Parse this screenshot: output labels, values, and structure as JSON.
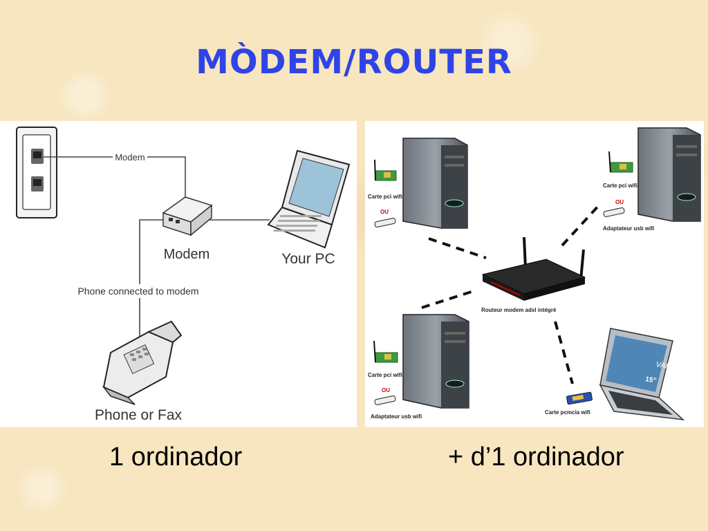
{
  "title": "MÒDEM/ROUTER",
  "left_diagram": {
    "line_label": "Modem",
    "modem_label": "Modem",
    "pc_label": "Your PC",
    "phone_line_label": "Phone connected to modem",
    "fax_label": "Phone or Fax"
  },
  "right_diagram": {
    "pc1_card": "Carte pci wifi",
    "pc1_or": "OU",
    "pc2_card": "Carte pci wifi",
    "pc2_or": "OU",
    "pc2_adapter": "Adaptateur usb wifi",
    "pc3_card": "Carte pci wifi",
    "pc3_or": "OU",
    "pc3_adapter": "Adaptateur usb wifi",
    "router_label": "Routeur modem adsl intégré",
    "laptop_card": "Carte pcmcia wifi",
    "laptop_brand": "VAIO",
    "laptop_size": "15\""
  },
  "captions": {
    "left": "1 ordinador",
    "right": "+ d’1 ordinador"
  }
}
